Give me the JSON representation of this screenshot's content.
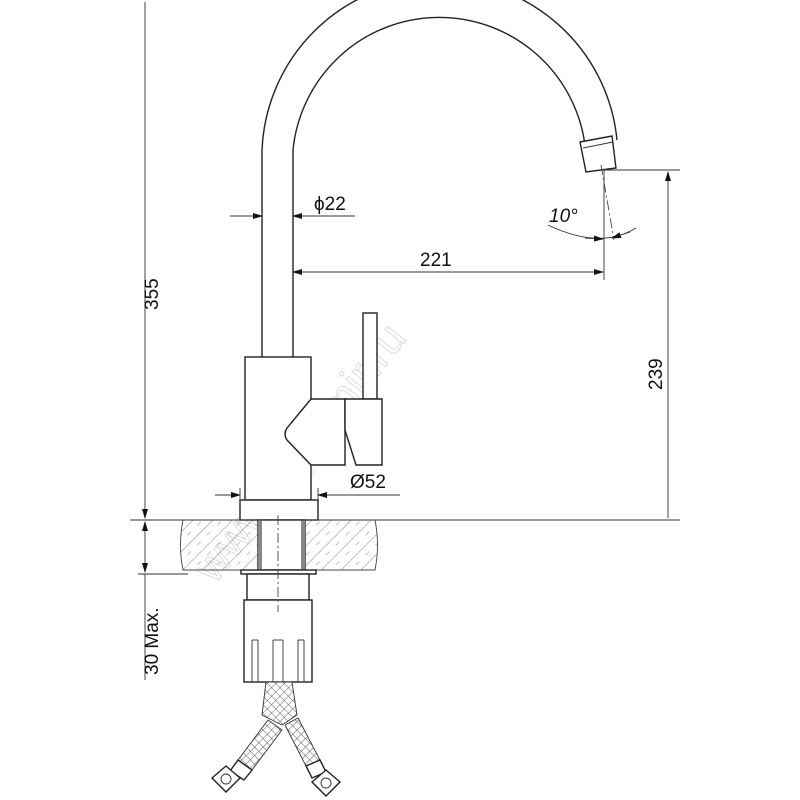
{
  "drawing": {
    "dimensions": {
      "total_height": "355",
      "tube_diameter": "ϕ22",
      "reach": "221",
      "spout_height": "239",
      "base_diameter": "Ø52",
      "countertop_thickness": "30 Max.",
      "spout_angle": "10°"
    },
    "watermark": "www.aquamir.ru"
  }
}
